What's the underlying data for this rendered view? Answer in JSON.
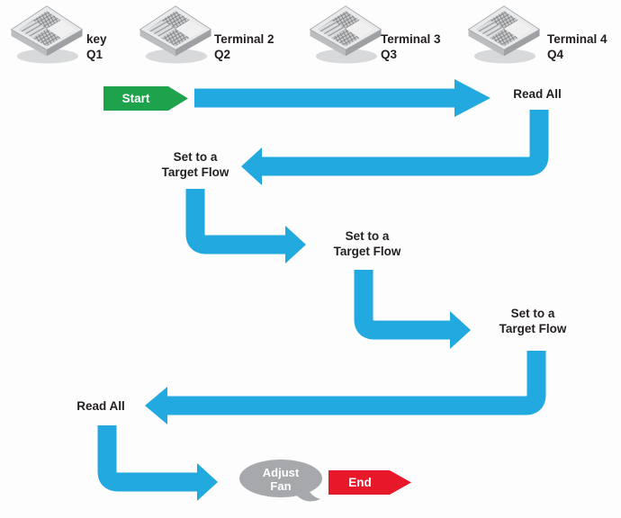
{
  "colors": {
    "arrow-blue": "#22A9E0",
    "start-green": "#1EA34C",
    "end-red": "#E8182B",
    "bubble-gray": "#A6A8AB",
    "label-dark": "#231F20",
    "canvas-bg": "#FDFDFD"
  },
  "terminals": [
    {
      "label": "key\nQ1"
    },
    {
      "label": "Terminal 2\nQ2"
    },
    {
      "label": "Terminal 3\nQ3"
    },
    {
      "label": "Terminal 4\nQ4"
    }
  ],
  "flow": {
    "start": "Start",
    "read_all_top": "Read All",
    "set_target_1": "Set to a\nTarget Flow",
    "set_target_2": "Set to a\nTarget Flow",
    "set_target_3": "Set to a\nTarget Flow",
    "read_all_bottom": "Read All",
    "adjust_fan": "Adjust\nFan",
    "end": "End"
  }
}
